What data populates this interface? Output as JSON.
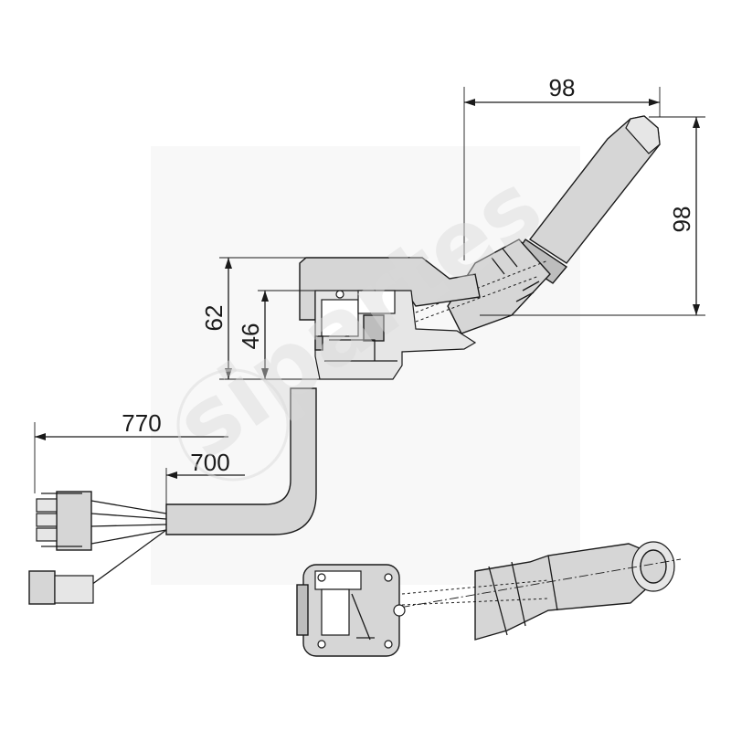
{
  "dimensions": {
    "lever_width": "98",
    "lever_height": "98",
    "switch_height_outer": "62",
    "switch_height_inner": "46",
    "cable_length_total": "770",
    "cable_length_sheath": "700"
  },
  "watermark": {
    "text": "sipartes"
  },
  "colors": {
    "part_fill": "#d6d6d6",
    "line": "#1a1a1a",
    "watermark": "#d9d9d9"
  }
}
